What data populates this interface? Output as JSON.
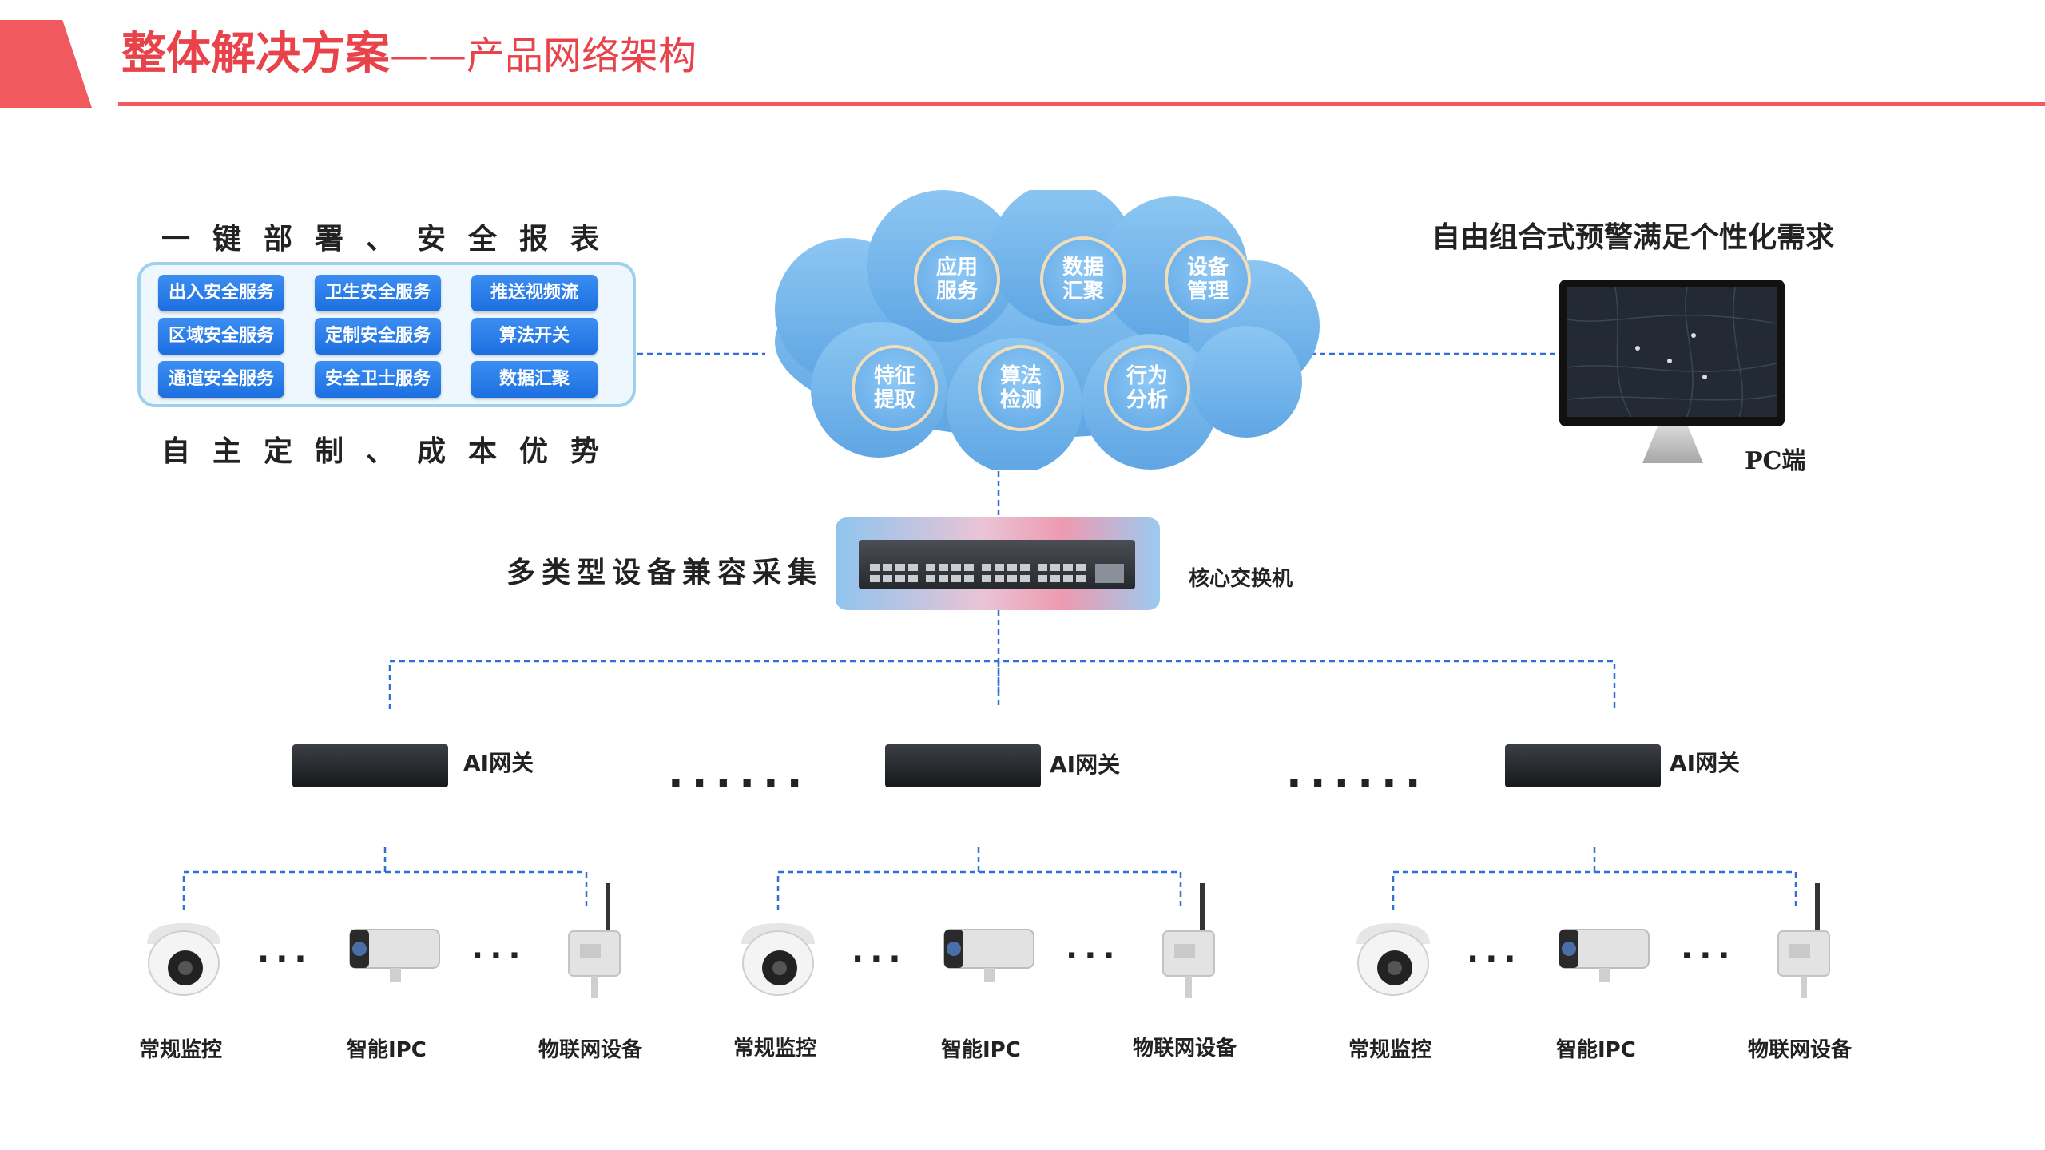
{
  "header": {
    "title_main": "整体解决方案",
    "title_sub": "——产品网络架构"
  },
  "left_panel": {
    "top_heading": "一键部署、安全报表",
    "bottom_heading": "自主定制、成本优势",
    "services": [
      "出入安全服务",
      "卫生安全服务",
      "推送视频流",
      "区域安全服务",
      "定制安全服务",
      "算法开关",
      "通道安全服务",
      "安全卫士服务",
      "数据汇聚"
    ]
  },
  "cloud": {
    "nodes": [
      {
        "line1": "应用",
        "line2": "服务"
      },
      {
        "line1": "数据",
        "line2": "汇聚"
      },
      {
        "line1": "设备",
        "line2": "管理"
      },
      {
        "line1": "特征",
        "line2": "提取"
      },
      {
        "line1": "算法",
        "line2": "检测"
      },
      {
        "line1": "行为",
        "line2": "分析"
      }
    ]
  },
  "right_panel": {
    "heading": "自由组合式预警满足个性化需求",
    "pc_label": "PC端"
  },
  "middle": {
    "left_label": "多类型设备兼容采集",
    "switch_label": "核心交换机"
  },
  "gateways": {
    "label": "AI网关",
    "ellipsis": "......"
  },
  "devices": {
    "labels": [
      "常规监控",
      "智能IPC",
      "物联网设备"
    ],
    "ellipsis": "..."
  },
  "colors": {
    "accent_red": "#e8434a",
    "link_blue": "#2f6fd6",
    "button_blue": "#1c6fe0",
    "cloud_blue": "#70b3ea"
  }
}
